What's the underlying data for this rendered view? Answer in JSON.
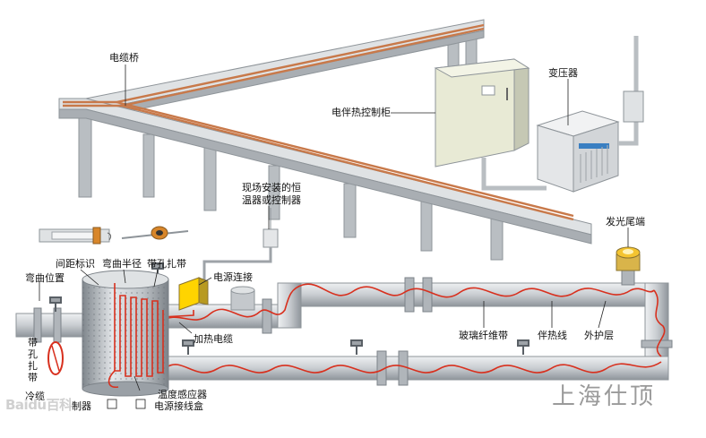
{
  "labels": {
    "cable_bridge": "电缆桥",
    "control_cabinet": "电伴热控制柜",
    "transformer": "变压器",
    "thermostat": "现场安装的恒温器或控制器",
    "thermostat_line1": "现场安装的恒",
    "thermostat_line2": "温器或控制器",
    "end_light": "发光尾端",
    "spacing_mark": "间距标识",
    "bend_radius": "弯曲半径",
    "hole_strap_top": "带孔扎带",
    "bend_position": "弯曲位置",
    "power_connection": "电源连接",
    "heating_cable": "加热电缆",
    "glass_tape": "玻璃纤维带",
    "heat_trace_line": "伴热线",
    "outer_layer": "外护层",
    "hole_strap_side": "带孔扎带",
    "cold_cable_prefix": "冷缆",
    "controller_suffix": "制器",
    "temp_sensor": "温度感应器",
    "junction_box": "电源接线盒"
  },
  "watermarks": {
    "left": "Baidu百科",
    "right": "上海仕顶"
  },
  "colors": {
    "heating_cable": "#d8301e",
    "copper_tray_cable": "#c8794a",
    "pipe_fill": "#d4d7da",
    "pipe_stroke": "#8e9499",
    "cabinet_fill": "#e8ead5",
    "end_light_yellow": "#f4c430"
  }
}
